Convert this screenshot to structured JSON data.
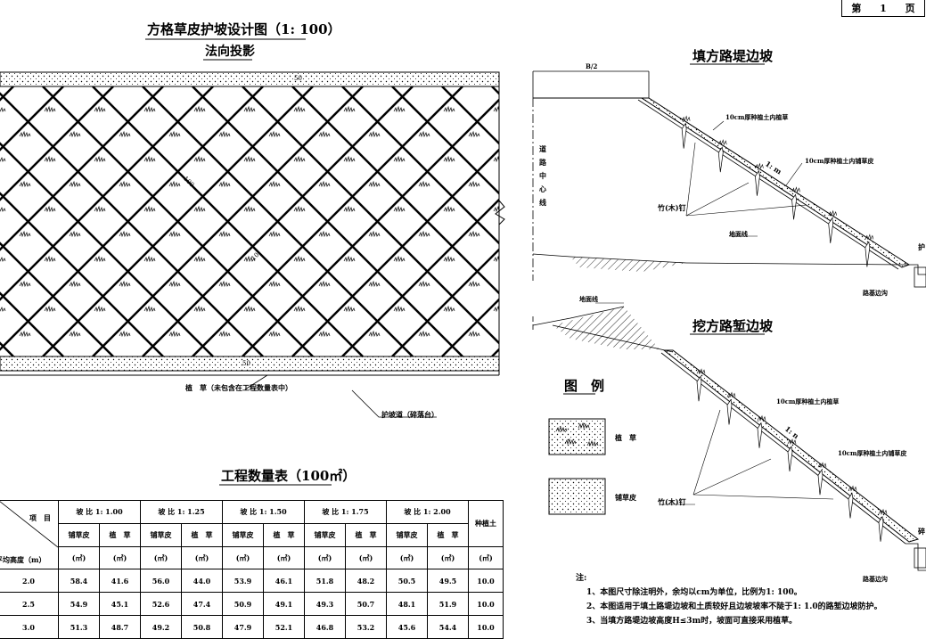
{
  "page": {
    "prefix": "第",
    "number": "1",
    "suffix": "页"
  },
  "main_title": "方格草皮护坡设计图（1: 100）",
  "main_subtitle": "法向投影",
  "grid_labels": {
    "dim_top": "50",
    "dim_diag_1": "100",
    "dim_diag_2": "10",
    "dim_bottom": "50"
  },
  "grass_label": "植　草（未包含在工程数量表中）",
  "berm_label": "护坡道（碎落台）",
  "fill": {
    "title": "填方路堤边坡",
    "b2": "B/2",
    "centerline": "道路中心线",
    "label_soil_grass": "10cm厚种植土内植草",
    "label_soil_sod": "10cm厚种植土内铺草皮",
    "slope_ratio": "1: m",
    "nail": "竹(木)钉",
    "ground": "地面线",
    "ditch": "路基边沟",
    "edge": "护"
  },
  "cut": {
    "title": "挖方路堑边坡",
    "ground": "地面线",
    "label_soil_grass": "10cm厚种植土内植草",
    "label_soil_sod": "10cm厚种植土内铺草皮",
    "slope_ratio": "1: n",
    "nail": "竹(木)钉",
    "ditch": "路基边沟",
    "edge": "碎"
  },
  "legend": {
    "title": "图　例",
    "grass": "植　草",
    "sod": "铺草皮"
  },
  "table": {
    "title": "工程数量表（100㎡）",
    "corner_top": "项　目",
    "corner_bottom": "平均高度（m）",
    "groups": [
      "坡 比 1: 1.00",
      "坡 比 1: 1.25",
      "坡 比 1: 1.50",
      "坡 比 1: 1.75",
      "坡 比 1: 2.00"
    ],
    "sub_a": "铺草皮",
    "sub_b": "植　草",
    "last_col": "种植土",
    "unit": "(㎡)",
    "unit_soil": "(㎥)",
    "rows": [
      {
        "h": "2.0",
        "v": [
          "58.4",
          "41.6",
          "56.0",
          "44.0",
          "53.9",
          "46.1",
          "51.8",
          "48.2",
          "50.5",
          "49.5"
        ],
        "soil": "10.0"
      },
      {
        "h": "2.5",
        "v": [
          "54.9",
          "45.1",
          "52.6",
          "47.4",
          "50.9",
          "49.1",
          "49.3",
          "50.7",
          "48.1",
          "51.9"
        ],
        "soil": "10.0"
      },
      {
        "h": "3.0",
        "v": [
          "51.3",
          "48.7",
          "49.2",
          "50.8",
          "47.9",
          "52.1",
          "46.8",
          "53.2",
          "45.6",
          "54.4"
        ],
        "soil": "10.0"
      }
    ]
  },
  "notes": {
    "head": "注:",
    "items": [
      "1、本图尺寸除注明外，余均以cm为单位，比例为1: 100。",
      "2、本图适用于填土路堤边坡和土质较好且边坡坡率不陡于1: 1.0的路堑边坡防护。",
      "3、当填方路堤边坡高度H≤3m时，坡面可直接采用植草。"
    ]
  }
}
